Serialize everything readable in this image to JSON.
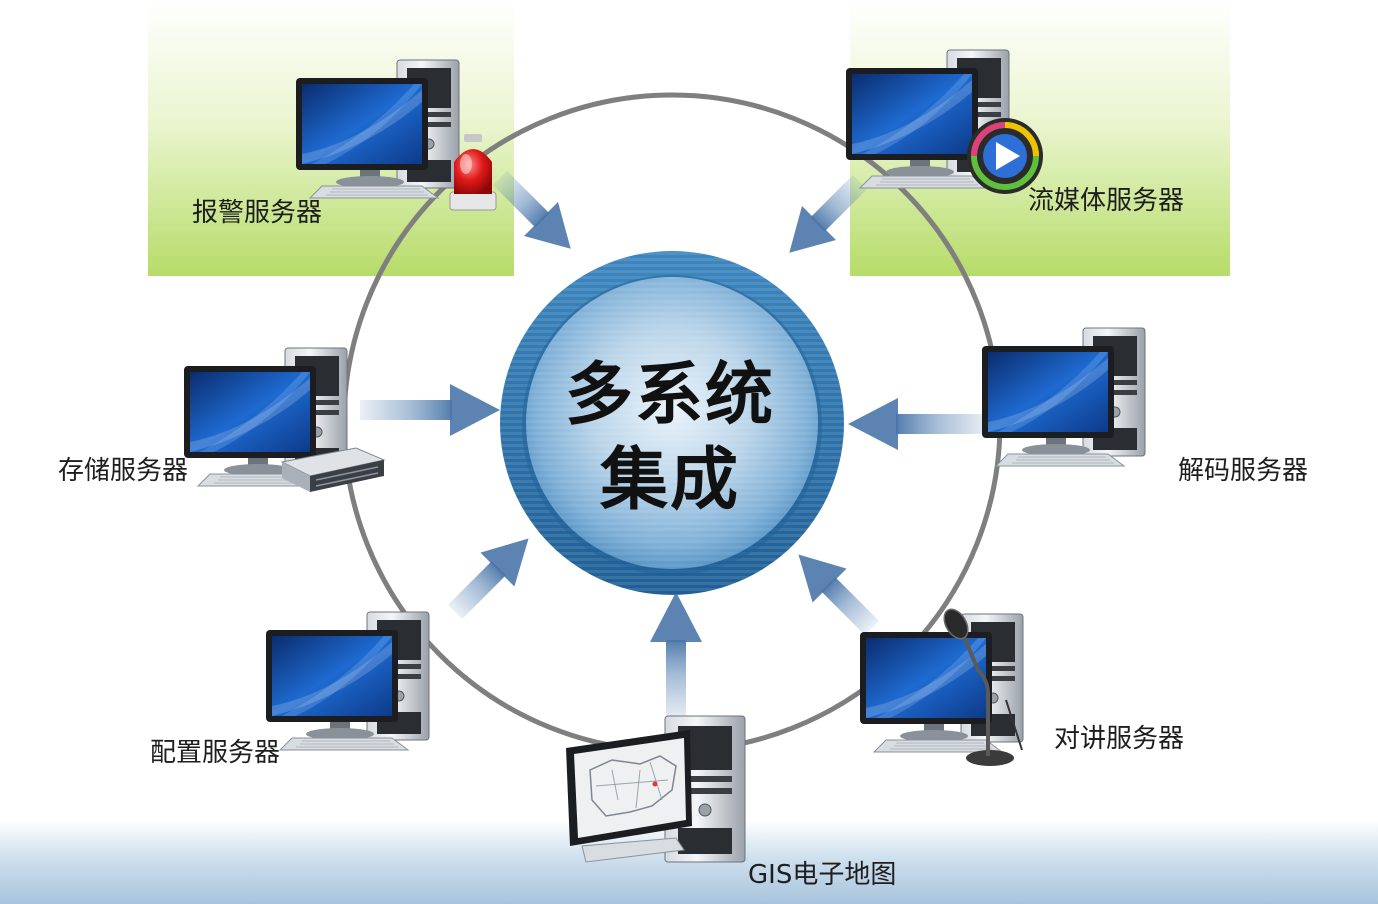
{
  "center": {
    "line1": "多系统",
    "line2": "集成"
  },
  "nodes": {
    "alarm": {
      "label": "报警服务器",
      "device_icon": "alarm-light-icon"
    },
    "streaming": {
      "label": "流媒体服务器",
      "device_icon": "media-player-icon"
    },
    "storage": {
      "label": "存储服务器",
      "device_icon": "rack-server-icon"
    },
    "decoding": {
      "label": "解码服务器"
    },
    "config": {
      "label": "配置服务器"
    },
    "intercom": {
      "label": "对讲服务器",
      "device_icon": "microphone-icon"
    },
    "gis": {
      "label": "GIS电子地图",
      "device_icon": "map-icon"
    }
  },
  "colors": {
    "ring": "#7f7f7f",
    "arrow": "#5f88b6",
    "hub_blue": "#3f84bc",
    "panel_green": "#b6dc68",
    "alarm_red": "#d91414"
  }
}
